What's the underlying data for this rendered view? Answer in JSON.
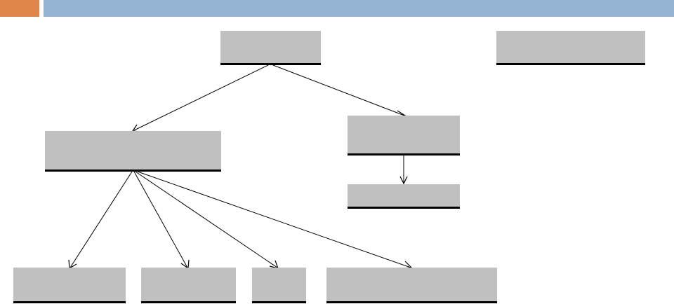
{
  "colors": {
    "header_accent": "#e0864a",
    "header_strip": "#95b3d2",
    "node_fill": "#c0c0c0",
    "node_border": "#000000",
    "edge": "#000000"
  },
  "nodes": {
    "root": "",
    "side": "",
    "left": "",
    "right": "",
    "right_child": "",
    "bottom_1": "",
    "bottom_2": "",
    "bottom_3": "",
    "bottom_4": ""
  },
  "edges": [
    {
      "from": "root",
      "to": "left"
    },
    {
      "from": "root",
      "to": "right"
    },
    {
      "from": "right",
      "to": "right_child"
    },
    {
      "from": "left",
      "to": "bottom_1"
    },
    {
      "from": "left",
      "to": "bottom_2"
    },
    {
      "from": "left",
      "to": "bottom_3"
    },
    {
      "from": "left",
      "to": "bottom_4"
    }
  ]
}
